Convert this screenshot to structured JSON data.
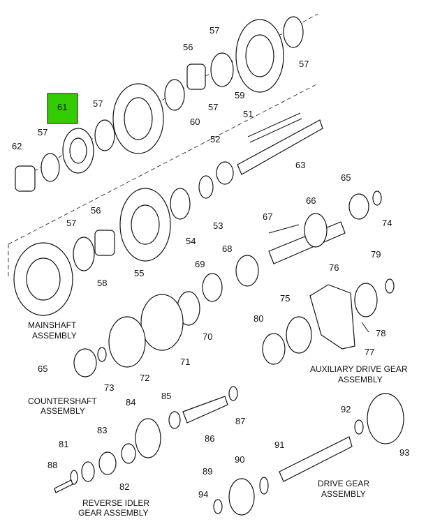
{
  "highlight": {
    "label": "61",
    "color": "#33cc00"
  },
  "callouts": [
    "57",
    "56",
    "57",
    "57",
    "59",
    "57",
    "60",
    "61",
    "57",
    "62",
    "51",
    "52",
    "63",
    "65",
    "74",
    "66",
    "56",
    "57",
    "55",
    "58",
    "54",
    "53",
    "67",
    "68",
    "69",
    "79",
    "76",
    "70",
    "71",
    "75",
    "80",
    "78",
    "77",
    "65",
    "73",
    "72",
    "84",
    "85",
    "87",
    "83",
    "86",
    "81",
    "88",
    "82",
    "92",
    "93",
    "91",
    "90",
    "89",
    "94"
  ],
  "captions": {
    "mainshaft": [
      "MAINSHAFT",
      "ASSEMBLY"
    ],
    "countershaft": [
      "COUNTERSHAFT",
      "ASSEMBLY"
    ],
    "aux_drive": [
      "AUXILIARY DRIVE GEAR",
      "ASSEMBLY"
    ],
    "reverse_idler": [
      "REVERSE IDLER",
      "GEAR ASSEMBLY"
    ],
    "drive_gear": [
      "DRIVE GEAR",
      "ASSEMBLY"
    ]
  },
  "colors": {
    "line": "#111111",
    "background": "#ffffff"
  }
}
